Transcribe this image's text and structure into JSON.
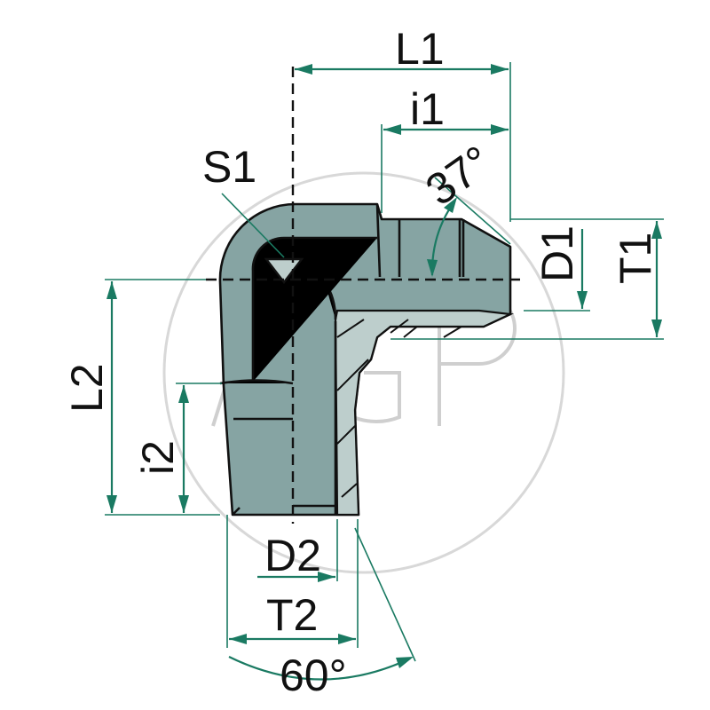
{
  "watermark": "AGP",
  "colors": {
    "body": "#86a4a3",
    "section": "#bdcecc",
    "dimension": "#1a7a62",
    "outline": "#111111",
    "watermark": "#d4d4d4"
  },
  "labels": {
    "L1": "L1",
    "i1": "i1",
    "angle1": "37°",
    "S1": "S1",
    "D1": "D1",
    "T1": "T1",
    "L2": "L2",
    "i2": "i2",
    "D2": "D2",
    "T2": "T2",
    "angle2": "60°"
  }
}
